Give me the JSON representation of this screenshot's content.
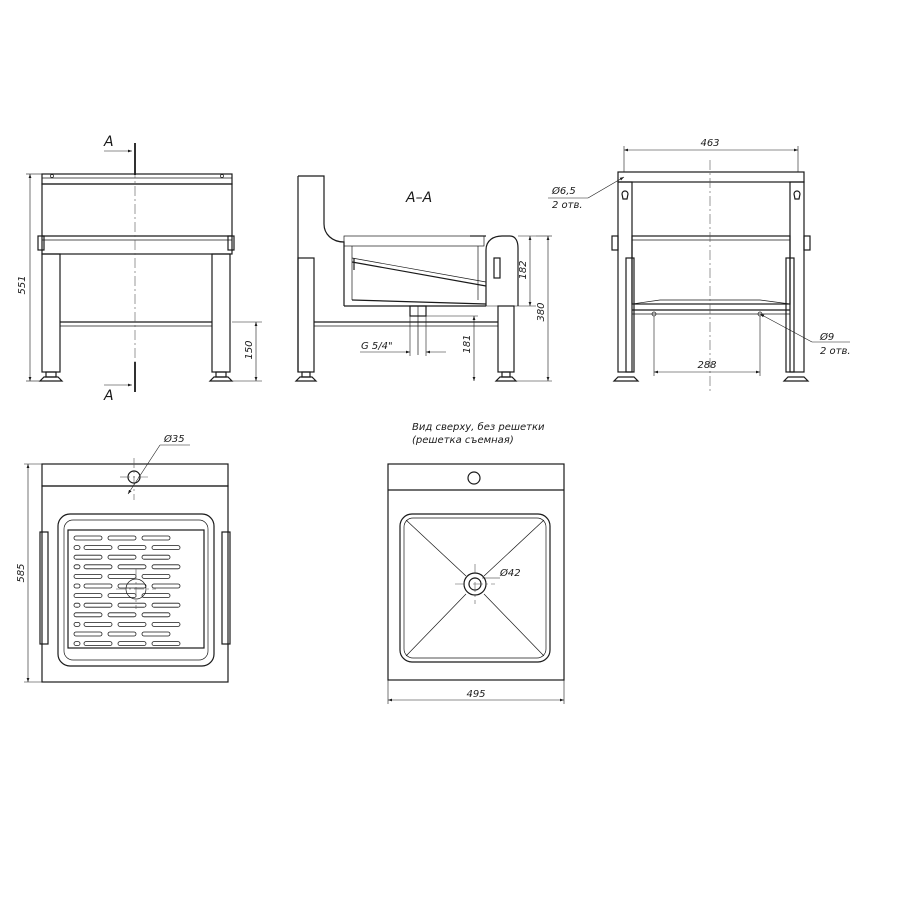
{
  "section": {
    "marker": "A",
    "title": "А–А"
  },
  "dimensions": {
    "front_height": "551",
    "leg_height": "150",
    "bowl_depth": "182",
    "drain_to_floor": "181",
    "rim_height": "380",
    "drain_thread": "G 5/4\"",
    "width_side": "463",
    "hole_small": "Ø6,5",
    "hole_small_count": "2 отв.",
    "hole_large": "Ø9",
    "hole_large_count": "2 отв.",
    "leg_spacing": "288",
    "tap_hole": "Ø35",
    "depth": "585",
    "drain_hole": "Ø42",
    "width": "495"
  },
  "top_view": {
    "caption_line1": "Вид сверху, без решетки",
    "caption_line2": "(решетка съемная)"
  },
  "grate": {
    "rows": 12
  }
}
